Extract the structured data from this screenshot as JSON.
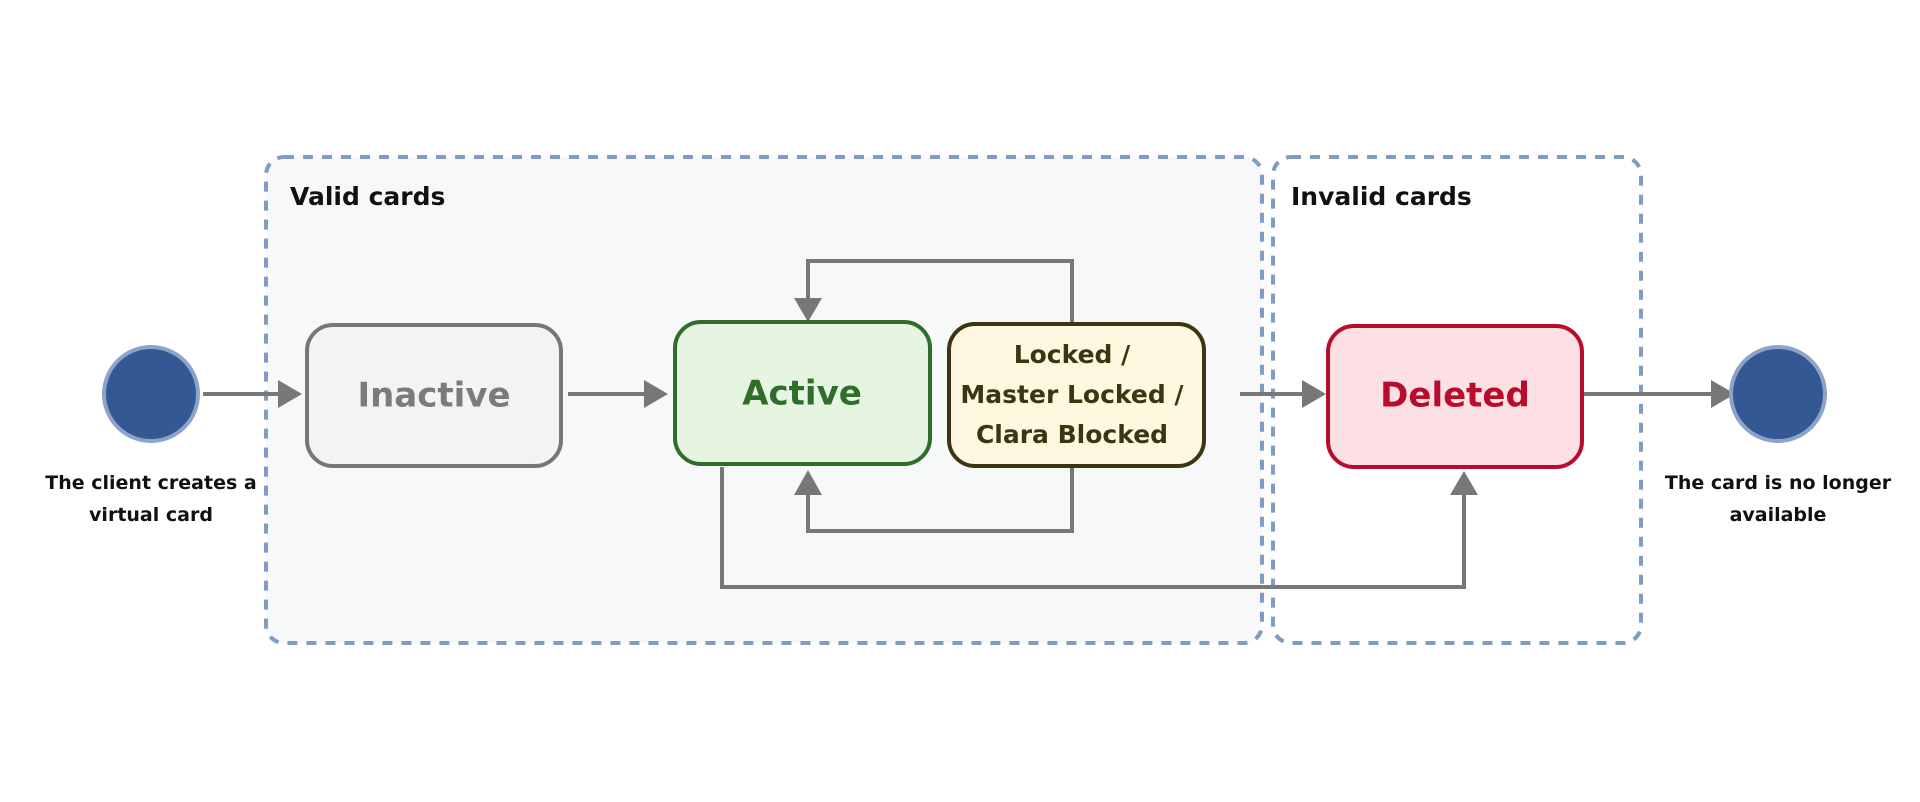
{
  "groups": {
    "valid": {
      "title": "Valid cards"
    },
    "invalid": {
      "title": "Invalid cards"
    }
  },
  "states": {
    "inactive": {
      "label": "Inactive",
      "fill": "#f2f3f5",
      "stroke": "#777777",
      "text": "#7b7b7b"
    },
    "active": {
      "label": "Active",
      "fill": "#e6f4e2",
      "stroke": "#2f6d2a",
      "text": "#2f6d2a"
    },
    "locked": {
      "label_lines": [
        "Locked /",
        "Master Locked /",
        "Clara Blocked"
      ],
      "fill": "#fff8e1",
      "stroke": "#3d3512",
      "text": "#3d3512"
    },
    "deleted": {
      "label": "Deleted",
      "fill": "#fce0e4",
      "stroke": "#b80c2c",
      "text": "#b80c2c"
    }
  },
  "terminals": {
    "start": {
      "caption_lines": [
        "The client creates a",
        "virtual card"
      ],
      "color": "#335894",
      "ring": "#8da3c9"
    },
    "end": {
      "caption_lines": [
        "The card is no longer",
        "available"
      ],
      "color": "#335894",
      "ring": "#8da3c9"
    }
  },
  "colors": {
    "group_border": "#7f9cc2",
    "group_fill": "#f6f8fa",
    "edge": "#777777"
  }
}
